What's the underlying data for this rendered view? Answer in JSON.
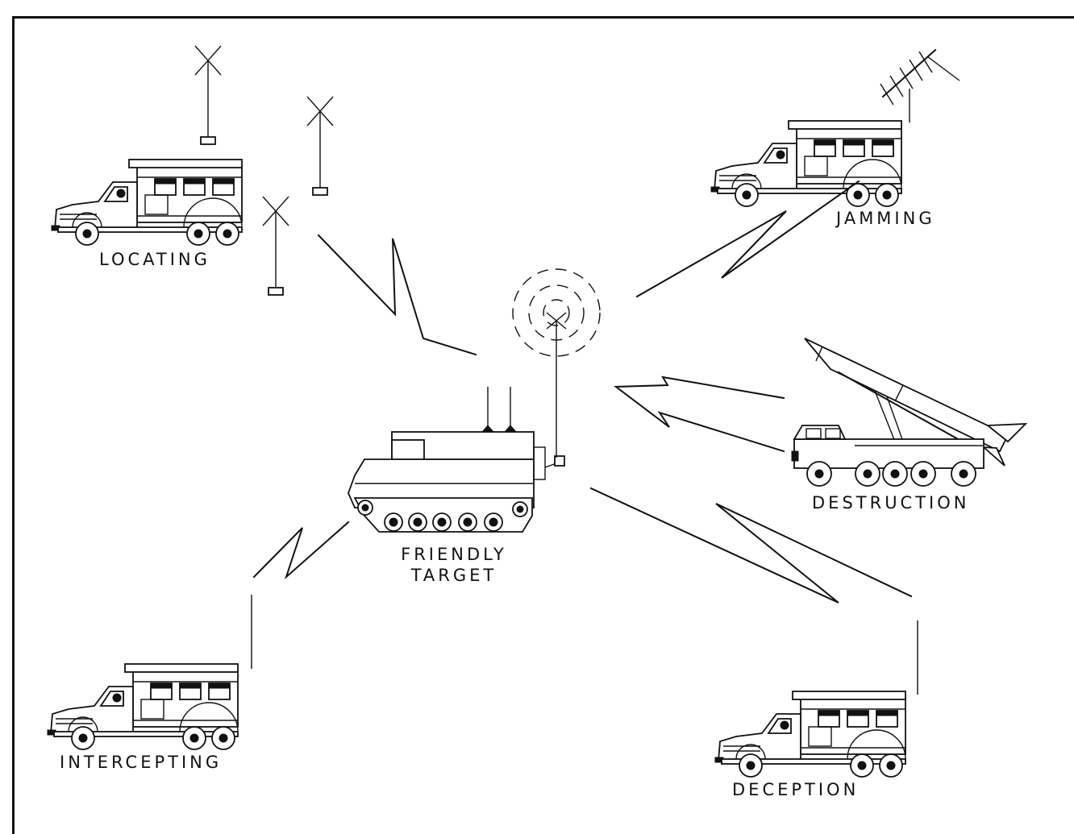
{
  "labels": {
    "locating": "LOCATING",
    "jamming": "JAMMING",
    "destruction": "DESTRUCTION",
    "intercepting": "INTERCEPTING",
    "deception": "DECEPTION",
    "friendly_target": [
      "FRIENDLY",
      "TARGET"
    ]
  },
  "colors": {
    "line": "#111111",
    "background": "#ffffff"
  },
  "icons": [
    "van-truck-icon",
    "antenna-icon",
    "tank-icon",
    "missile-launcher-icon",
    "signal-waves-icon",
    "arrow-icon",
    "lightning-zigzag-icon"
  ]
}
